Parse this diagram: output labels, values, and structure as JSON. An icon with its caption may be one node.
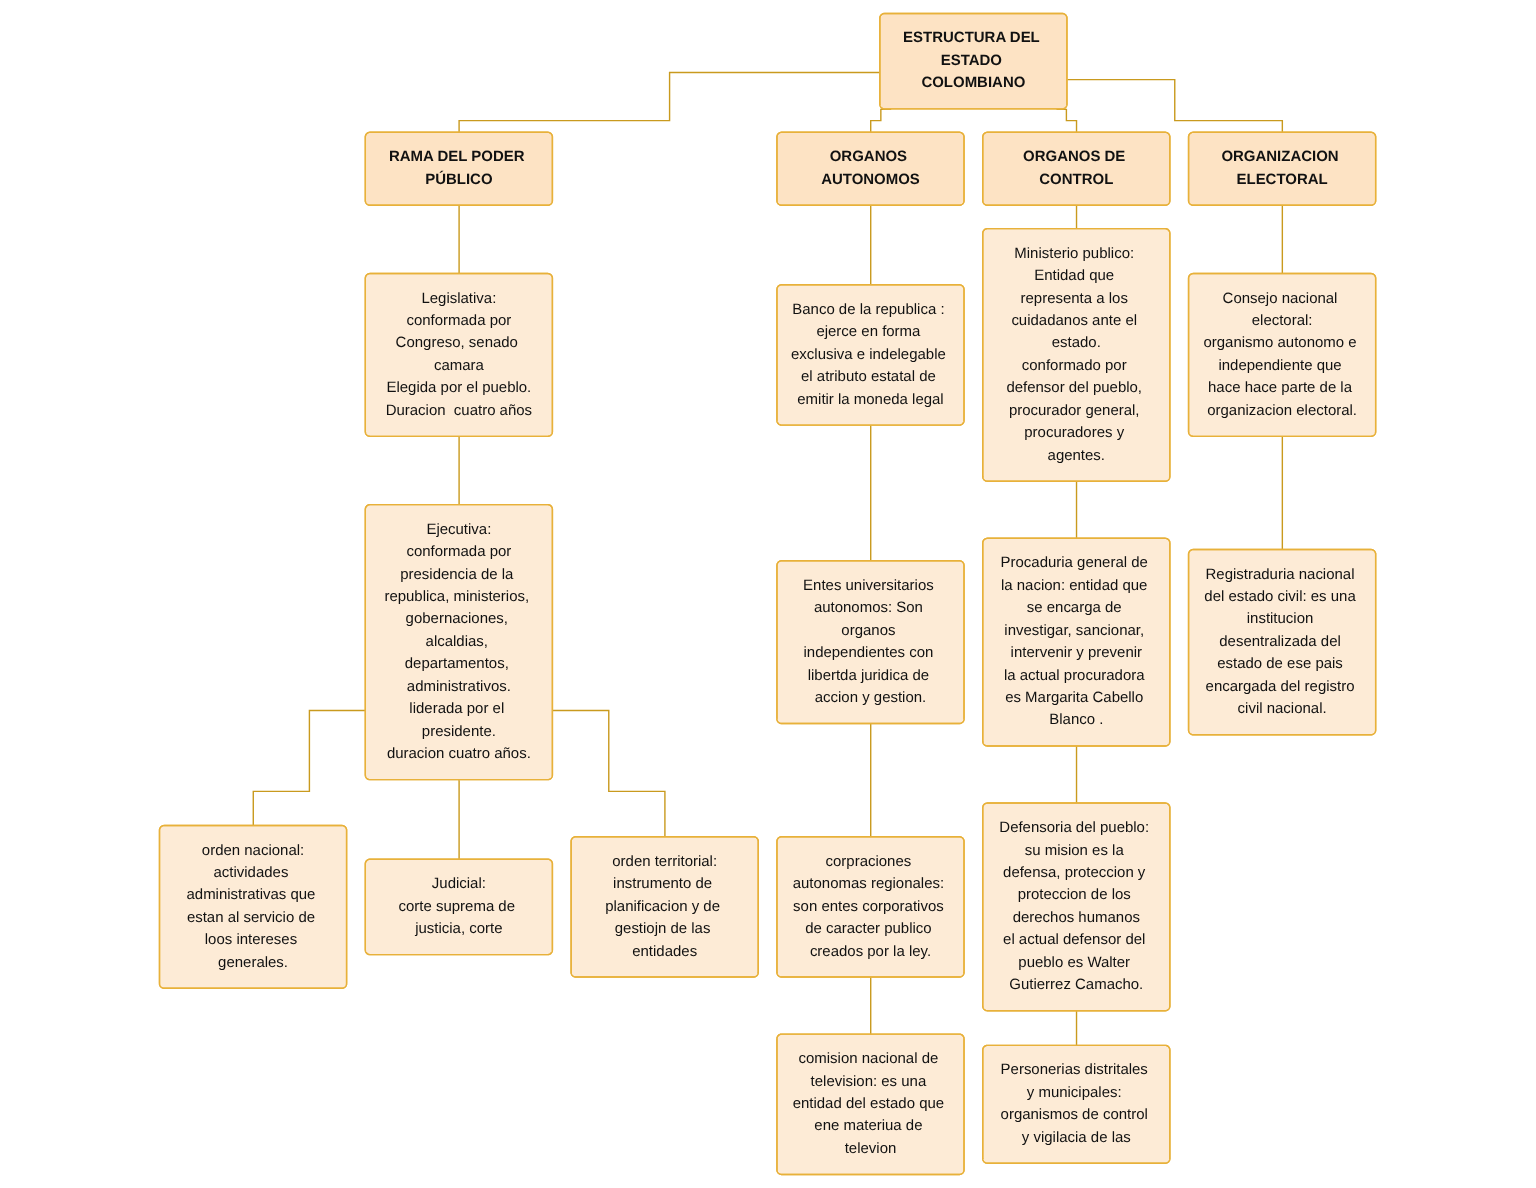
{
  "diagram": {
    "nodes": [
      {
        "text": [
          "ESTRUCTURA DEL ESTADO COLOMBIANO"
        ]
      },
      {
        "text": [
          "RAMA DEL PODER PÚBLICO"
        ]
      },
      {
        "text": [
          "ORGANOS AUTONOMOS"
        ]
      },
      {
        "text": [
          "ORGANOS DE CONTROL"
        ]
      },
      {
        "text": [
          "ORGANIZACION ELECTORAL"
        ]
      },
      {
        "text": [
          "Legislativa:",
          "conformada por",
          "Congreso, senado camara",
          "Elegida por el pueblo.",
          "Duracion  cuatro años"
        ]
      },
      {
        "text": [
          "Ejecutiva:",
          "conformada por",
          "presidencia de la republica, ministerios, gobernaciones, alcaldias, departamentos, administrativos.",
          "liderada por el presidente.",
          "duracion cuatro años."
        ]
      },
      {
        "text": [
          "orden nacional:",
          "actividades administrativas que estan al servicio de loos intereses generales."
        ]
      },
      {
        "text": [
          "Judicial:",
          "corte suprema de justicia, corte"
        ]
      },
      {
        "text": [
          "orden territorial:",
          "instrumento de planificacion y de gestiojn de las entidades"
        ]
      },
      {
        "text": [
          "Banco de la republica : ejerce en forma exclusiva e indelegable el atributo estatal de emitir la moneda legal"
        ]
      },
      {
        "text": [
          "Entes universitarios autonomos: Son organos independientes con libertda juridica de accion y gestion."
        ]
      },
      {
        "text": [
          "corpraciones autonomas regionales: son entes corporativos de caracter publico creados por la ley."
        ]
      },
      {
        "text": [
          "comision nacional de television: es una entidad del estado que ene materiua de televion"
        ]
      },
      {
        "text": [
          "Ministerio publico: Entidad que representa a los cuidadanos ante el estado.",
          "conformado por defensor del pueblo, procurador general, procuradores y agentes."
        ]
      },
      {
        "text": [
          "Procaduria general de la nacion: entidad que se encarga de investigar, sancionar, intervenir y prevenir",
          "la actual procuradora es Margarita Cabello Blanco ."
        ]
      },
      {
        "text": [
          "Defensoria del pueblo: su mision es la defensa, proteccion y proteccion de los derechos humanos",
          "el actual defensor del pueblo es Walter Gutierrez Camacho."
        ]
      },
      {
        "text": [
          "Personerias distritales y municipales: organismos de control y vigilacia de las"
        ]
      },
      {
        "text": [
          "Consejo nacional electoral:",
          "organismo autonomo e independiente que hace hace parte de la organizacion electoral."
        ]
      },
      {
        "text": [
          "Registraduria nacional del estado civil: es una institucion desentralizada del estado de ese pais encargada del registro civil nacional."
        ]
      }
    ],
    "edges": [
      {
        "from": 0,
        "to": 1,
        "arrow": "none"
      },
      {
        "from": 0,
        "to": 2,
        "arrow": "none"
      },
      {
        "from": 0,
        "to": 3,
        "arrow": "none"
      },
      {
        "from": 0,
        "to": 4,
        "arrow": "none"
      },
      {
        "from": 1,
        "to": 5,
        "arrow": "none"
      },
      {
        "from": 5,
        "to": 6,
        "arrow": "none"
      },
      {
        "from": 6,
        "to": 7,
        "arrow": "none"
      },
      {
        "from": 6,
        "to": 8,
        "arrow": "none"
      },
      {
        "from": 6,
        "to": 9,
        "arrow": "none"
      },
      {
        "from": 2,
        "to": 10,
        "arrow": "none"
      },
      {
        "from": 10,
        "to": 11,
        "arrow": "none"
      },
      {
        "from": 11,
        "to": 12,
        "arrow": "none"
      },
      {
        "from": 12,
        "to": 13,
        "arrow": "none"
      },
      {
        "from": 3,
        "to": 14,
        "arrow": "none"
      },
      {
        "from": 14,
        "to": 15,
        "arrow": "none"
      },
      {
        "from": 15,
        "to": 16,
        "arrow": "none"
      },
      {
        "from": 16,
        "to": 17,
        "arrow": "none"
      },
      {
        "from": 4,
        "to": 18,
        "arrow": "none"
      },
      {
        "from": 18,
        "to": 19,
        "arrow": "none"
      }
    ]
  }
}
